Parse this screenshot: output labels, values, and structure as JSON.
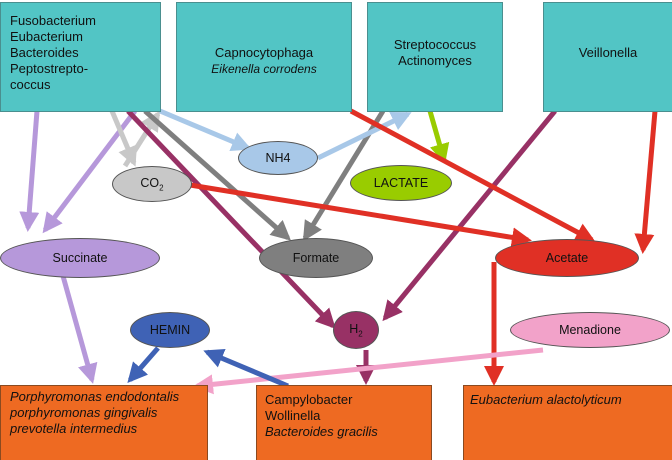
{
  "sources": {
    "box1": [
      "Fusobacterium",
      "Eubacterium",
      "Bacteroides",
      "Peptostrepto-",
      "coccus"
    ],
    "box2": {
      "line1": "Capnocytophaga",
      "line2": "Eikenella corrodens"
    },
    "box3": [
      "Streptococcus",
      "Actinomyces"
    ],
    "box4": "Veillonella"
  },
  "metabolites": {
    "co2": {
      "main": "CO",
      "sub": "2"
    },
    "nh4": "NH4",
    "lactate": "LACTATE",
    "succinate": "Succinate",
    "formate": "Formate",
    "acetate": "Acetate",
    "hemin": "HEMIN",
    "h2": {
      "main": "H",
      "sub": "2"
    },
    "menadione": "Menadione"
  },
  "targets": {
    "boxA": [
      "Porphyromonas endodontalis",
      "porphyromonas gingivalis",
      "prevotella intermedius"
    ],
    "boxB": {
      "line1": "Campylobacter",
      "line2": "Wollinella",
      "line3": "Bacteroides gracilis"
    },
    "boxC": "Eubacterium alactolyticum"
  },
  "colors": {
    "teal": "#52c5c5",
    "orange": "#ee6a22",
    "lavender": "#b698da",
    "lightgray": "#c8c8c8",
    "darkgray": "#7f7f7f",
    "blue": "#3f62b5",
    "purple": "#983165",
    "red": "#e03025",
    "pink": "#f2a2c9",
    "lightblue": "#a8c8e8",
    "green": "#99cc00"
  }
}
